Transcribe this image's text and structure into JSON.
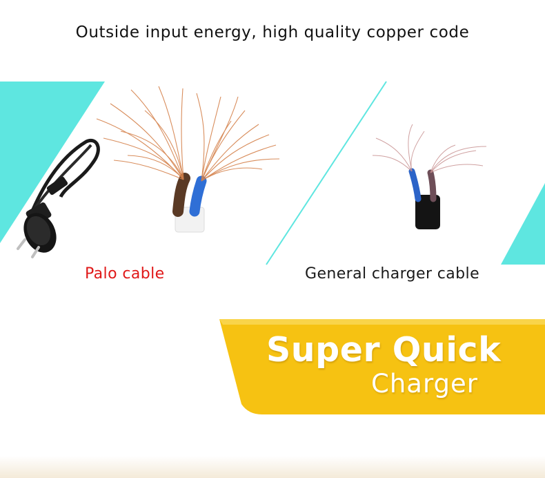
{
  "headline": "Outside input energy, high quality copper code",
  "comparison": {
    "left_label": "Palo cable",
    "right_label": "General charger cable"
  },
  "banner": {
    "title": "Super Quick",
    "subtitle": "Charger"
  },
  "colors": {
    "accent_cyan": "#5ee6e0",
    "banner_yellow": "#f6c212",
    "palo_label": "#e01818",
    "copper": "#d4804a"
  },
  "images": [
    "power-cord-with-eu-plug",
    "copper-wire-strands-thick",
    "thin-wire-strands-general"
  ]
}
